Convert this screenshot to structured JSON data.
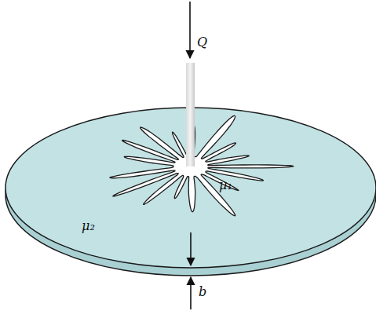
{
  "diagram": {
    "labels": [
      "Q",
      "μ₁",
      "μ₂",
      "b"
    ]
  }
}
